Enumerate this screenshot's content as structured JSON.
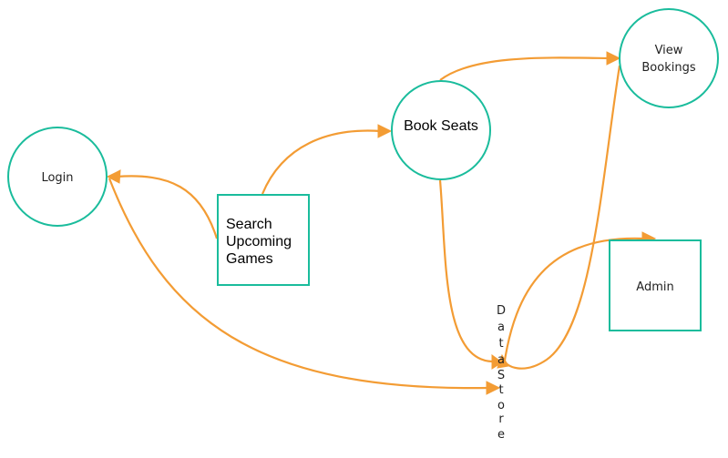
{
  "nodes": {
    "login": {
      "label": "Login"
    },
    "search": {
      "lines": [
        "Search",
        "Upcoming",
        "Games"
      ]
    },
    "book": {
      "label": "Book Seats"
    },
    "view": {
      "lines": [
        "View",
        "Bookings"
      ]
    },
    "admin": {
      "label": "Admin"
    },
    "store": {
      "chars": [
        "D",
        "a",
        "t",
        "a",
        "S",
        "t",
        "o",
        "r",
        "e"
      ]
    }
  },
  "colors": {
    "node_stroke": "#1abc9c",
    "edge": "#f39c34"
  },
  "edges": [
    {
      "from": "search",
      "to": "login"
    },
    {
      "from": "search",
      "to": "book"
    },
    {
      "from": "book",
      "to": "view"
    },
    {
      "from": "book",
      "to": "store"
    },
    {
      "from": "login",
      "to": "store"
    },
    {
      "from": "view",
      "to": "store"
    },
    {
      "from": "store",
      "to": "admin"
    }
  ]
}
